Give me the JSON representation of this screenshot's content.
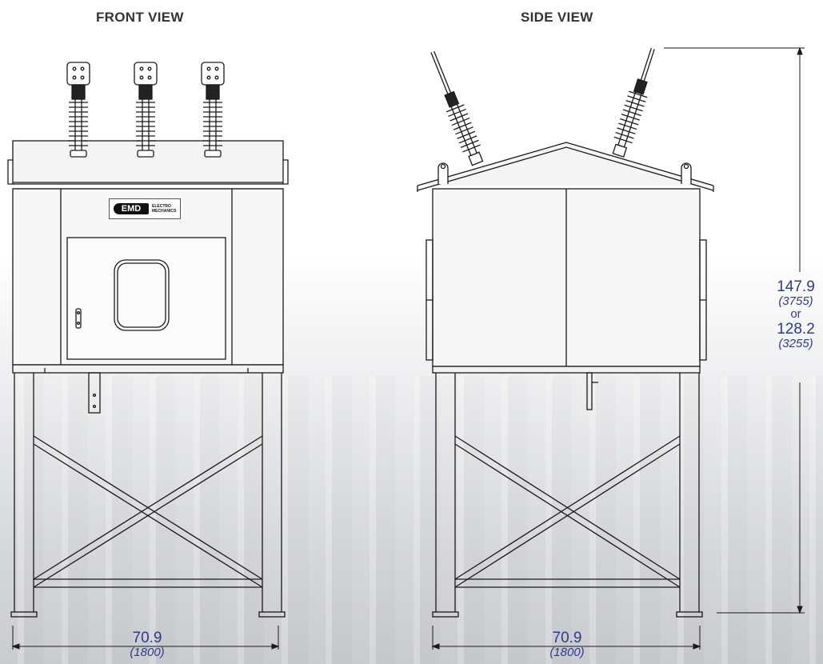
{
  "views": {
    "front": {
      "title": "FRONT VIEW"
    },
    "side": {
      "title": "SIDE VIEW"
    }
  },
  "dimensions": {
    "front_width": {
      "value": "70.9",
      "metric": "(1800)"
    },
    "side_width": {
      "value": "70.9",
      "metric": "(1800)"
    },
    "height": {
      "value_1": "147.9",
      "metric_1": "(3755)",
      "separator": "or",
      "value_2": "128.2",
      "metric_2": "(3255)"
    }
  },
  "logo": {
    "mark": "EMD",
    "line1": "ELECTRO",
    "line2": "MECHANICS"
  },
  "colors": {
    "dimension_text": "#2e3a8c",
    "line": "#1a1a1a",
    "title": "#333333"
  }
}
